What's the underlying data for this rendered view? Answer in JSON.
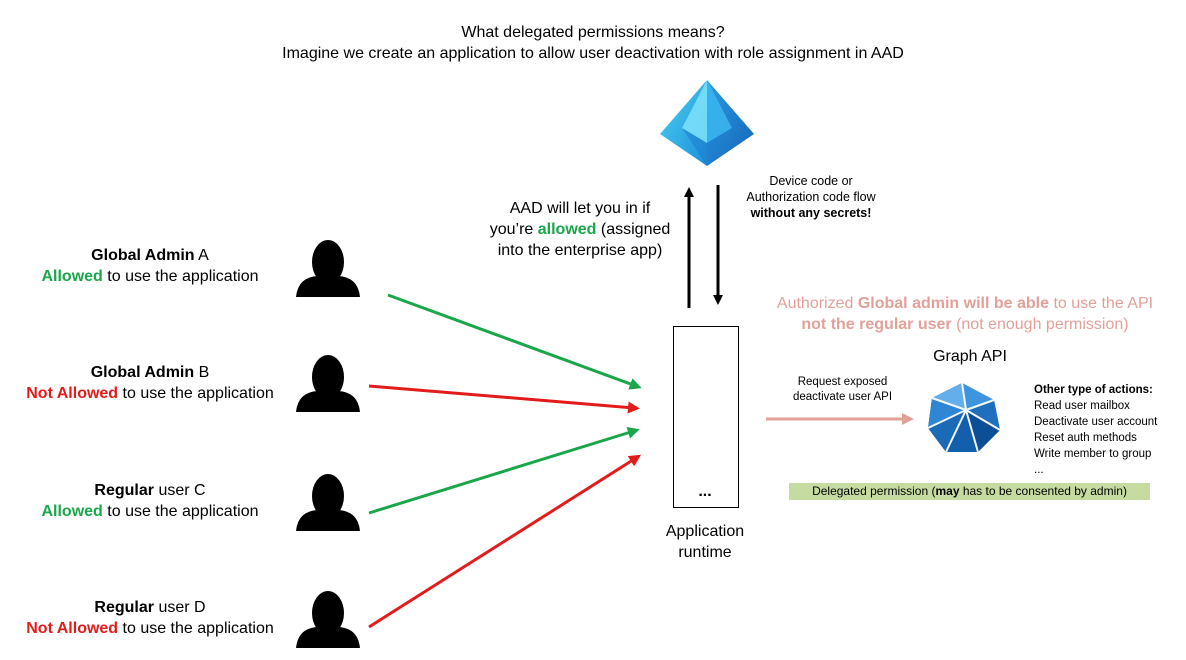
{
  "header": {
    "line1": "What delegated permissions means?",
    "line2": "Imagine we create an application to allow user deactivation with role assignment in AAD"
  },
  "users": [
    {
      "name_bold": "Global Admin",
      "name_rest": " A",
      "status": "Allowed",
      "status_type": "allowed",
      "suffix": " to use the application"
    },
    {
      "name_bold": "Global Admin",
      "name_rest": " B",
      "status": "Not Allowed",
      "status_type": "denied",
      "suffix": " to use the application"
    },
    {
      "name_bold": "Regular",
      "name_rest": " user C",
      "status": "Allowed",
      "status_type": "allowed",
      "suffix": " to use the application"
    },
    {
      "name_bold": "Regular",
      "name_rest": " user D",
      "status": "Not Allowed",
      "status_type": "denied",
      "suffix": " to use the application"
    }
  ],
  "aad_note": {
    "line1": "AAD will let you in if",
    "line2_pre": "you’re ",
    "line2_bold": "allowed",
    "line2_post": " (assigned",
    "line3": "into the enterprise app)"
  },
  "flow_note": {
    "line1": "Device code or",
    "line2": "Authorization code flow",
    "line3": "without any secrets!"
  },
  "authorized_note": {
    "l1_a": "Authorized ",
    "l1_b": "Global admin will be able",
    "l1_c": " to use the API",
    "l2_a": "not the regular user",
    "l2_b": " (not enough permission)"
  },
  "graph_api_label": "Graph API",
  "request_label": {
    "line1": "Request exposed",
    "line2": "deactivate user API"
  },
  "runtime": {
    "ellipsis": "...",
    "label_line1": "Application",
    "label_line2": "runtime"
  },
  "actions": {
    "title": "Other type of actions:",
    "items": [
      "Read user mailbox",
      "Deactivate user account",
      "Reset auth methods",
      "Write member to group",
      "..."
    ]
  },
  "delegated": {
    "pre": "Delegated permission (",
    "bold": "may",
    "post": " has to be consented by admin)"
  },
  "colors": {
    "allowed": "#1aa64a",
    "denied": "#e21b1b",
    "request_arrow": "#e3a099",
    "delegated_bar": "#c6dba0"
  },
  "icons": [
    "aad-pyramid-icon",
    "user-icon",
    "powershell-icon",
    "python-icon",
    "csharp-icon",
    "graph-api-icon"
  ]
}
